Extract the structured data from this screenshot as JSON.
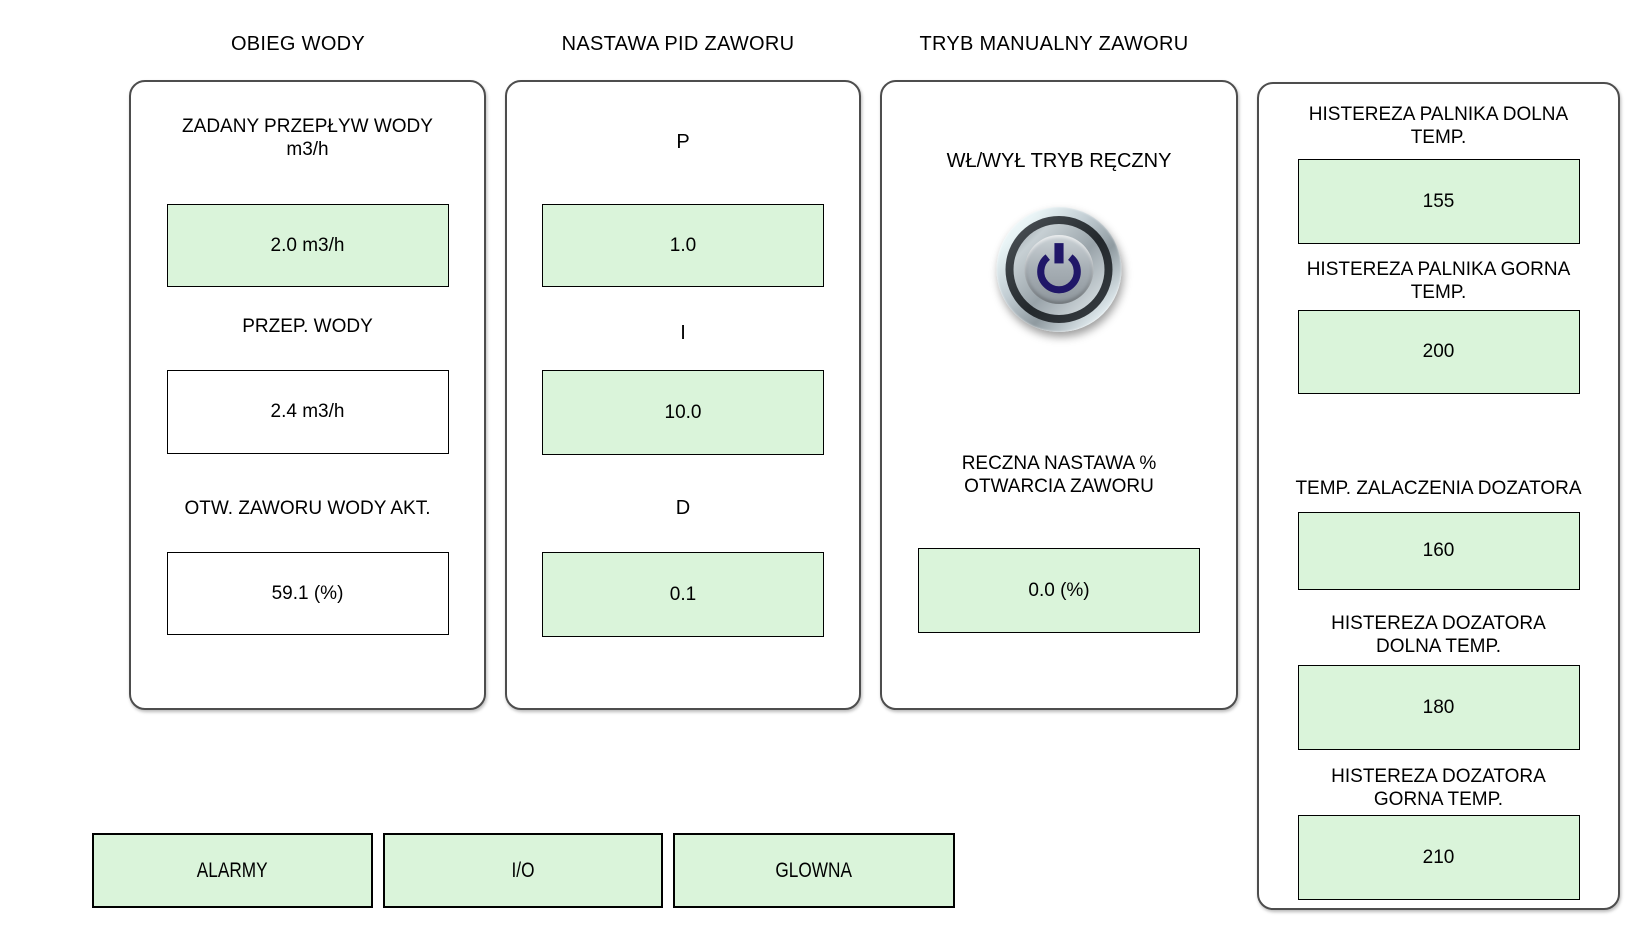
{
  "colors": {
    "background": "#ffffff",
    "field_green": "#daf4da",
    "panel_border": "#4d4d4d",
    "power_glyph": "#201768"
  },
  "section_titles": {
    "water": "OBIEG WODY",
    "pid": "NASTAWA PID ZAWORU",
    "manual": "TRYB MANUALNY ZAWORU"
  },
  "water_panel": {
    "fields": [
      {
        "label": "ZADANY PRZEPŁYW WODY\nm3/h",
        "value": "2.0 m3/h"
      },
      {
        "label": "PRZEP. WODY",
        "value": "2.4 m3/h"
      },
      {
        "label": "OTW. ZAWORU WODY AKT.",
        "value": "59.1 (%)"
      }
    ]
  },
  "pid_panel": {
    "fields": [
      {
        "label": "P",
        "value": "1.0"
      },
      {
        "label": "I",
        "value": "10.0"
      },
      {
        "label": "D",
        "value": "0.1"
      }
    ]
  },
  "manual_panel": {
    "toggle_label": "WŁ/WYŁ TRYB RĘCZNY",
    "power_icon": "power-icon",
    "setpoint_label": "RECZNA NASTAWA %\nOTWARCIA ZAWORU",
    "setpoint_value": "0.0 (%)"
  },
  "temp_panel": {
    "fields": [
      {
        "label": "HISTEREZA PALNIKA DOLNA\nTEMP.",
        "value": "155"
      },
      {
        "label": "HISTEREZA PALNIKA GORNA\nTEMP.",
        "value": "200"
      },
      {
        "label": "TEMP. ZALACZENIA DOZATORA",
        "value": "160"
      },
      {
        "label": "HISTEREZA DOZATORA\nDOLNA TEMP.",
        "value": "180"
      },
      {
        "label": "HISTEREZA DOZATORA\nGORNA TEMP.",
        "value": "210"
      }
    ]
  },
  "nav": {
    "buttons": [
      {
        "label": "ALARMY"
      },
      {
        "label": "I/O"
      },
      {
        "label": "GLOWNA"
      }
    ]
  }
}
